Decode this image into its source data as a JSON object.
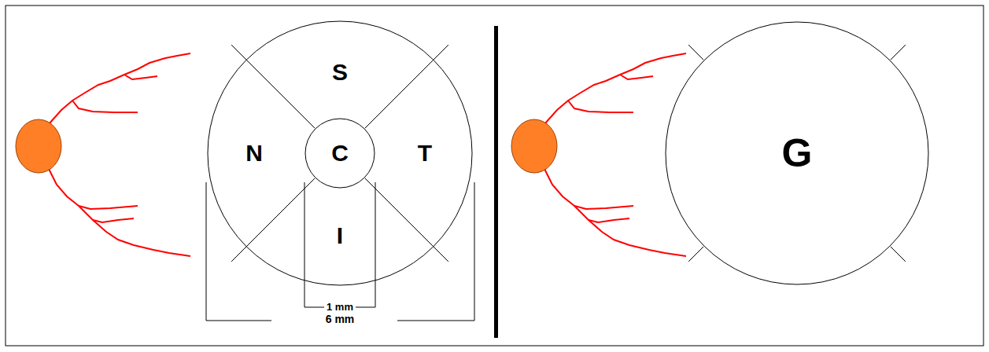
{
  "diagram": {
    "nodes": [
      {
        "text": [
          "S"
        ]
      },
      {
        "text": [
          "N"
        ]
      },
      {
        "text": [
          "C"
        ]
      },
      {
        "text": [
          "T"
        ]
      },
      {
        "text": [
          "I"
        ]
      },
      {
        "text": [
          "G"
        ]
      }
    ],
    "labels": [
      "1 mm",
      "6 mm"
    ]
  }
}
